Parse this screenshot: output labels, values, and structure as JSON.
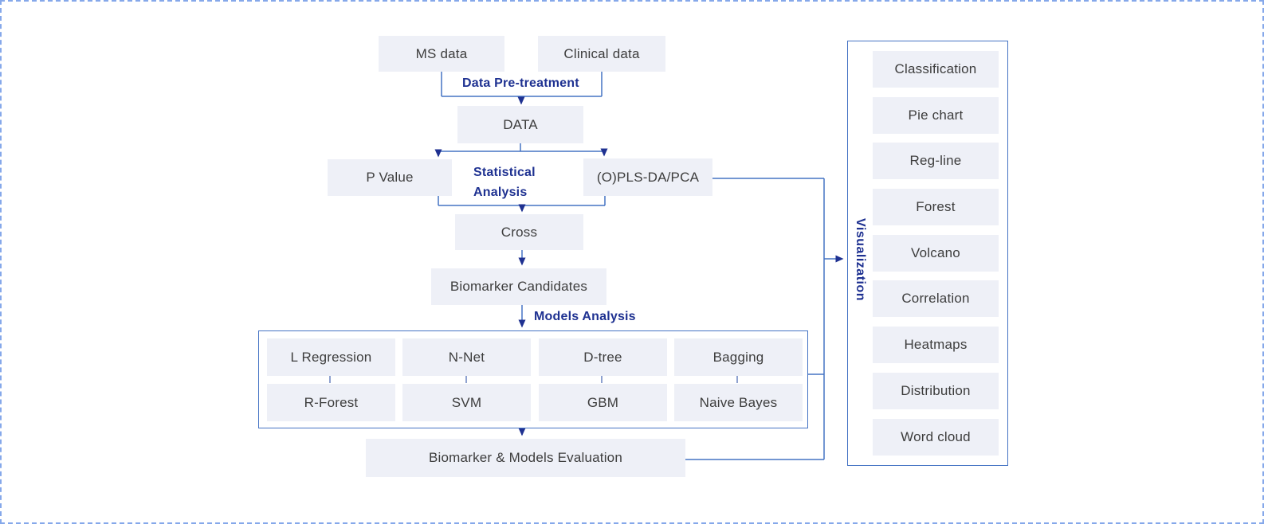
{
  "colors": {
    "page_border": "#85a8ea",
    "box_fill": "#eef0f7",
    "box_text": "#3d3d3d",
    "connector_line": "#4573c4",
    "arrowhead": "#1f3191",
    "label_text": "#1e3191"
  },
  "flow": {
    "ms_data": "MS data",
    "clinical_data": "Clinical data",
    "pretreatment_label": "Data Pre-treatment",
    "data": "DATA",
    "p_value": "P Value",
    "statistical_line1": "Statistical",
    "statistical_line2": "Analysis",
    "pls": "(O)PLS-DA/PCA",
    "cross": "Cross",
    "biomarker_candidates": "Biomarker Candidates",
    "models_label": "Models Analysis",
    "evaluation": "Biomarker & Models Evaluation"
  },
  "models": {
    "row1": [
      "L Regression",
      "N-Net",
      "D-tree",
      "Bagging"
    ],
    "row2": [
      "R-Forest",
      "SVM",
      "GBM",
      "Naive Bayes"
    ]
  },
  "visualization": {
    "label": "Visualization",
    "items": [
      "Classification",
      "Pie chart",
      "Reg-line",
      "Forest",
      "Volcano",
      "Correlation",
      "Heatmaps",
      "Distribution",
      "Word cloud"
    ]
  }
}
